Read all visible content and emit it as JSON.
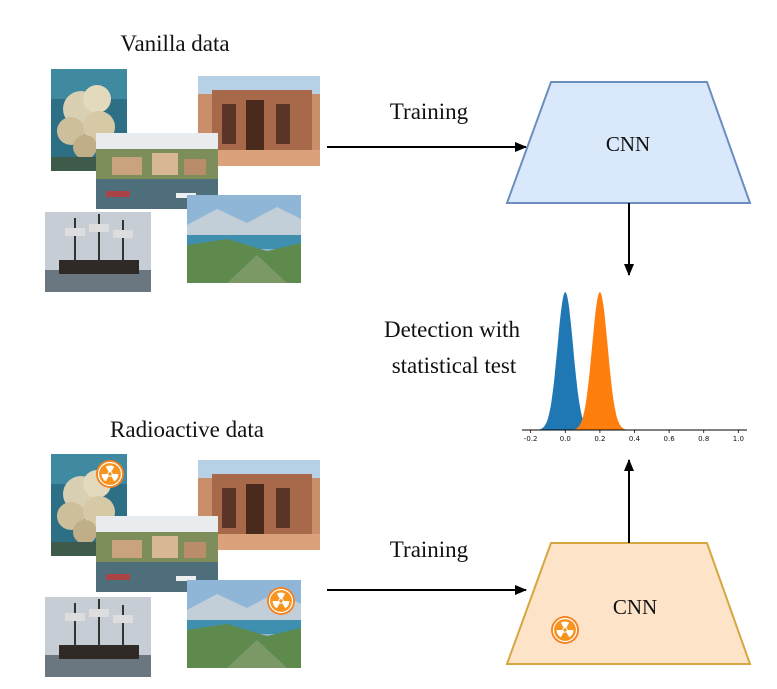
{
  "top_section": {
    "title": "Vanilla data"
  },
  "bottom_section": {
    "title": "Radioactive data"
  },
  "arrows": {
    "top_label": "Training",
    "bottom_label": "Training"
  },
  "models": {
    "top": {
      "label": "CNN",
      "fill": "#dae8fc",
      "stroke": "#6c8ebf"
    },
    "bottom": {
      "label": "CNN",
      "fill": "#fde3c7",
      "stroke": "#d6a640"
    }
  },
  "detection": {
    "line1": "Detection with",
    "line2": "statistical test"
  },
  "chart_data": {
    "type": "area",
    "x_ticks": [
      -0.2,
      0.0,
      0.2,
      0.4,
      0.6,
      0.8,
      1.0
    ],
    "x_tick_labels": [
      "-0.2",
      "0.0",
      "0.2",
      "0.4",
      "0.6",
      "0.8",
      "1.0"
    ],
    "xlim": [
      -0.25,
      1.05
    ],
    "series": [
      {
        "shape": "gaussian",
        "mean": 0.0,
        "std": 0.045,
        "color": "#1f77b4"
      },
      {
        "shape": "gaussian",
        "mean": 0.2,
        "std": 0.045,
        "color": "#ff7f0e"
      }
    ]
  },
  "images": {
    "coral": "coral reef photo",
    "petra": "carved rock temple photo",
    "harbor": "coastal village harbor photo",
    "ship": "tall sailing ship photo",
    "lake": "mountain lake landscape photo"
  },
  "icons": {
    "radioactive": "radioactive-icon"
  }
}
